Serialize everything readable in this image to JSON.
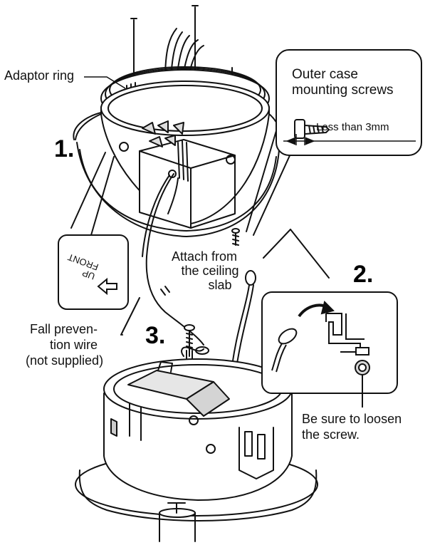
{
  "labels": {
    "adaptor_ring": "Adaptor ring",
    "outer_case_line1": "Outer case",
    "outer_case_line2": "mounting screws",
    "less_than": "Less than 3mm",
    "attach_line1": "Attach from",
    "attach_line2": "the ceiling",
    "attach_line3": "slab",
    "fall_line1": "Fall preven-",
    "fall_line2": "tion wire",
    "fall_line3": "(not supplied)",
    "loosen_line1": "Be sure to loosen",
    "loosen_line2": "the screw.",
    "front_mark": "FRONT",
    "up_mark": "UP"
  },
  "steps": {
    "one": "1.",
    "two": "2.",
    "three": "3."
  },
  "colors": {
    "ink": "#111111",
    "paper": "#ffffff",
    "shade": "#cfcfcf",
    "dark_shade": "#9a9a9a"
  }
}
